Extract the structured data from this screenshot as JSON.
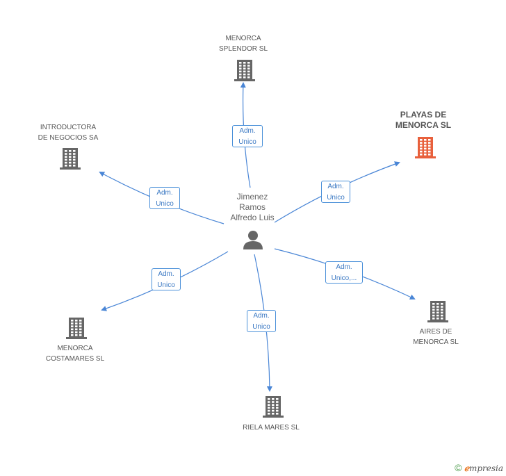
{
  "center": {
    "name": "Jimenez\nRamos\nAlfredo Luis"
  },
  "nodes": [
    {
      "id": "menorca-splendor",
      "name": "MENORCA\nSPLENDOR SL",
      "highlight": false,
      "edge_label": "Adm.\nUnico"
    },
    {
      "id": "playas-de-menorca",
      "name": "PLAYAS DE\nMENORCA SL",
      "highlight": true,
      "edge_label": "Adm.\nUnico"
    },
    {
      "id": "aires-de-menorca",
      "name": "AIRES DE\nMENORCA SL",
      "highlight": false,
      "edge_label": "Adm.\nUnico,..."
    },
    {
      "id": "riela-mares",
      "name": "RIELA MARES SL",
      "highlight": false,
      "edge_label": "Adm.\nUnico"
    },
    {
      "id": "menorca-costamares",
      "name": "MENORCA\nCOSTAMARES SL",
      "highlight": false,
      "edge_label": "Adm.\nUnico"
    },
    {
      "id": "introductora-de-negocios",
      "name": "INTRODUCTORA\nDE NEGOCIOS SA",
      "highlight": false,
      "edge_label": "Adm.\nUnico"
    }
  ],
  "colors": {
    "edge": "#4a86d6",
    "building": "#666666",
    "building_highlight": "#e8603c",
    "person": "#666666"
  },
  "footer": {
    "symbol": "©",
    "brand_first": "ℯ",
    "brand_rest": "mpresia"
  }
}
